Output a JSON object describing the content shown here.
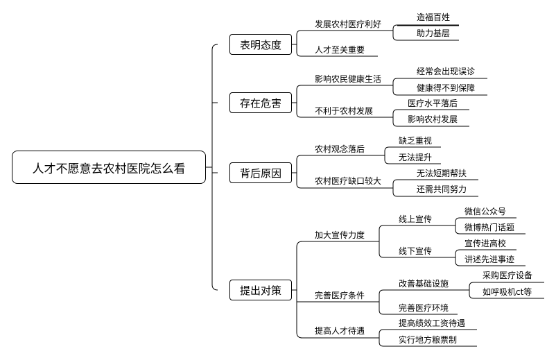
{
  "root": "人才不愿意去农村医院怎么看",
  "branches": [
    {
      "label": "表明态度",
      "children": [
        {
          "label": "发展农村医疗利好",
          "children": [
            {
              "label": "造福百姓"
            },
            {
              "label": "助力基层"
            }
          ]
        },
        {
          "label": "人才至关重要"
        }
      ]
    },
    {
      "label": "存在危害",
      "children": [
        {
          "label": "影响农民健康生活",
          "children": [
            {
              "label": "经常会出现误诊"
            },
            {
              "label": "健康得不到保障"
            }
          ]
        },
        {
          "label": "不利于农村发展",
          "children": [
            {
              "label": "医疗水平落后"
            },
            {
              "label": "影响农村发展"
            }
          ]
        }
      ]
    },
    {
      "label": "背后原因",
      "children": [
        {
          "label": "农村观念落后",
          "children": [
            {
              "label": "缺乏重视"
            },
            {
              "label": "无法提升"
            }
          ]
        },
        {
          "label": "农村医疗缺口较大",
          "children": [
            {
              "label": "无法短期帮扶"
            },
            {
              "label": "还需共同努力"
            }
          ]
        }
      ]
    },
    {
      "label": "提出对策",
      "children": [
        {
          "label": "加大宣传力度",
          "children": [
            {
              "label": "线上宣传",
              "children": [
                {
                  "label": "微信公众号"
                },
                {
                  "label": "微博热门话题"
                }
              ]
            },
            {
              "label": "线下宣传",
              "children": [
                {
                  "label": "宣传进高校"
                },
                {
                  "label": "讲述先进事迹"
                }
              ]
            }
          ]
        },
        {
          "label": "完善医疗条件",
          "children": [
            {
              "label": "改善基础设施",
              "children": [
                {
                  "label": "采购医疗设备"
                },
                {
                  "label": "如呼吸机ct等"
                }
              ]
            },
            {
              "label": "完善医疗环境"
            }
          ]
        },
        {
          "label": "提高人才待遇",
          "children": [
            {
              "label": "提高绩效工资待遇"
            },
            {
              "label": "实行地方粮票制"
            }
          ]
        }
      ]
    }
  ]
}
